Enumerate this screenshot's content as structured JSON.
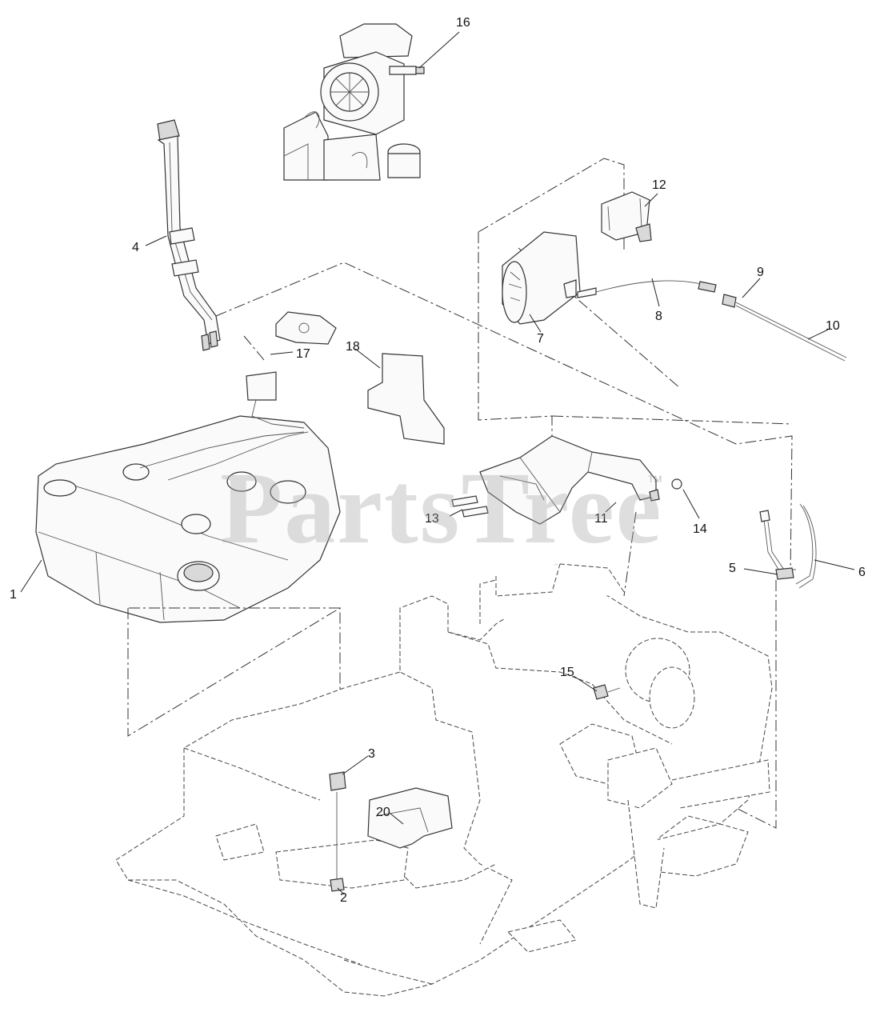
{
  "watermark": {
    "brand": "PartsTree",
    "trademark": "TM"
  },
  "callouts": [
    {
      "id": "1",
      "label": "1"
    },
    {
      "id": "2",
      "label": "2"
    },
    {
      "id": "3",
      "label": "3"
    },
    {
      "id": "4",
      "label": "4"
    },
    {
      "id": "5",
      "label": "5"
    },
    {
      "id": "6",
      "label": "6"
    },
    {
      "id": "7",
      "label": "7"
    },
    {
      "id": "8",
      "label": "8"
    },
    {
      "id": "9",
      "label": "9"
    },
    {
      "id": "10",
      "label": "10"
    },
    {
      "id": "11",
      "label": "11"
    },
    {
      "id": "12",
      "label": "12"
    },
    {
      "id": "13",
      "label": "13"
    },
    {
      "id": "14",
      "label": "14"
    },
    {
      "id": "15",
      "label": "15"
    },
    {
      "id": "16",
      "label": "16"
    },
    {
      "id": "17",
      "label": "17"
    },
    {
      "id": "18",
      "label": "18"
    },
    {
      "id": "20",
      "label": "20"
    }
  ]
}
